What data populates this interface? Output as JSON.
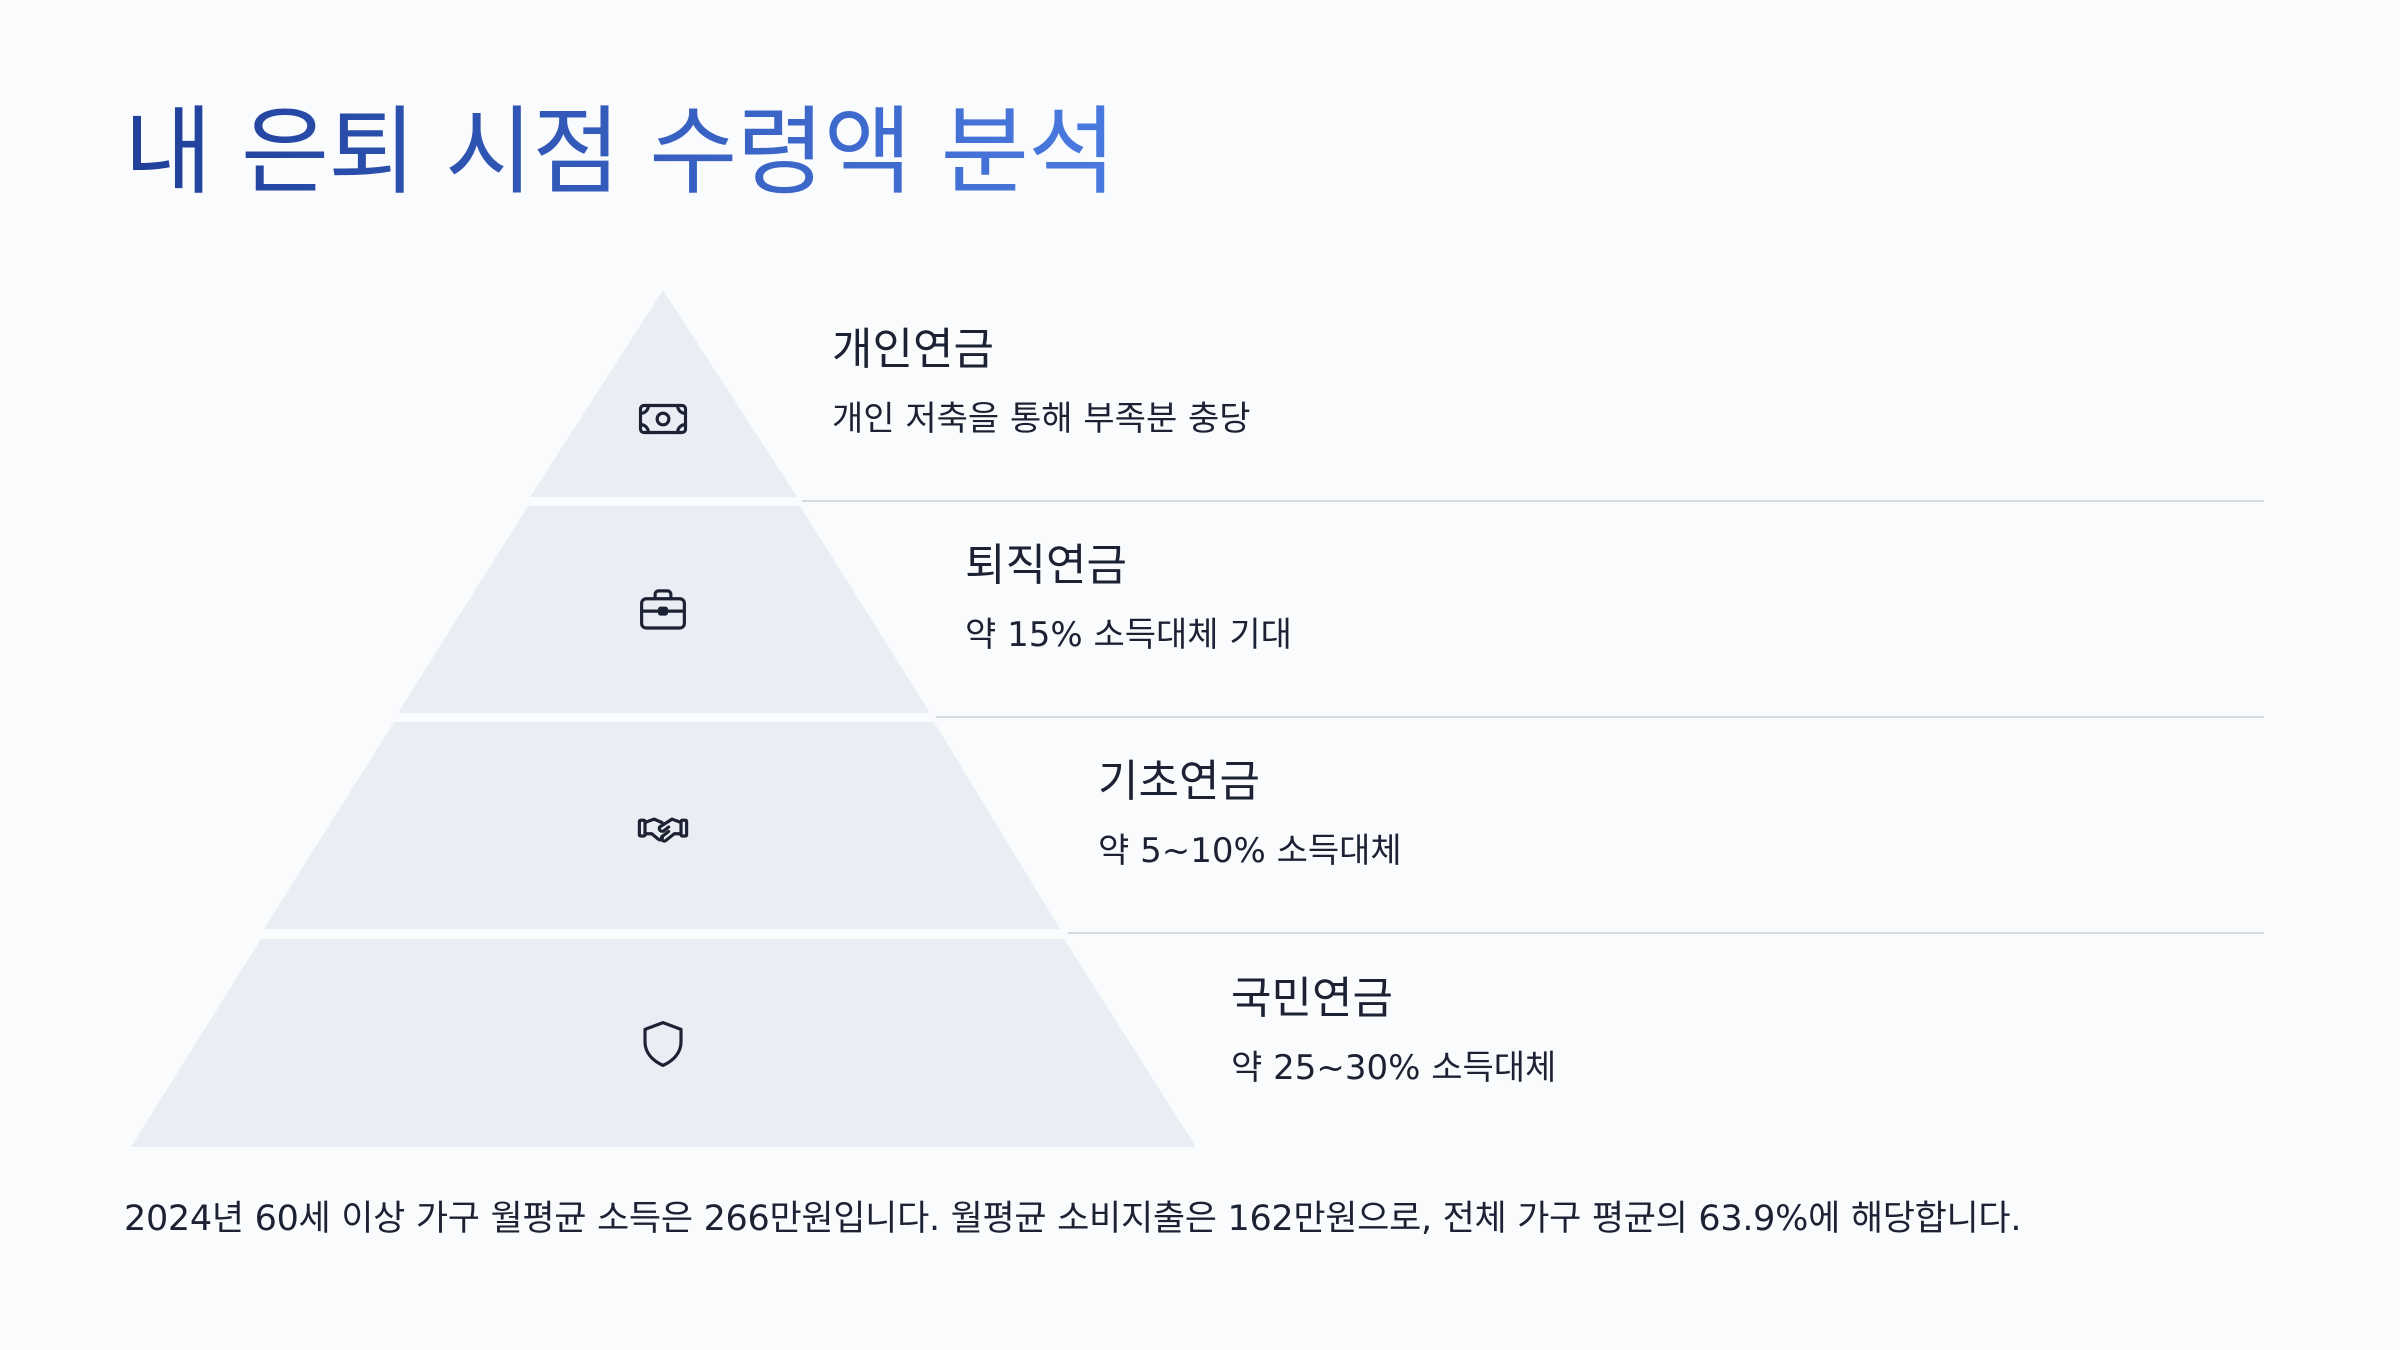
{
  "page": {
    "title": "내 은퇴 시점 수령액 분석",
    "footnote": "2024년 60세 이상 가구 월평균 소득은 266만원입니다. 월평균 소비지출은 162만원으로, 전체 가구 평균의 63.9%에 해당합니다."
  },
  "colors": {
    "tier_fill": "#eaedf3",
    "title_gradient_start": "#1f3f99",
    "title_gradient_end": "#4a7ae0",
    "divider": "#d6d9e1",
    "text": "#1c2233",
    "background": "#f9fbfd"
  },
  "tiers": [
    {
      "title": "개인연금",
      "desc": "개인 저축을 통해 부족분 충당",
      "icon": "money-bill-icon"
    },
    {
      "title": "퇴직연금",
      "desc": "약 15% 소득대체 기대",
      "icon": "briefcase-icon"
    },
    {
      "title": "기초연금",
      "desc": "약 5~10% 소득대체",
      "icon": "handshake-icon"
    },
    {
      "title": "국민연금",
      "desc": "약 25~30% 소득대체",
      "icon": "shield-icon"
    }
  ]
}
